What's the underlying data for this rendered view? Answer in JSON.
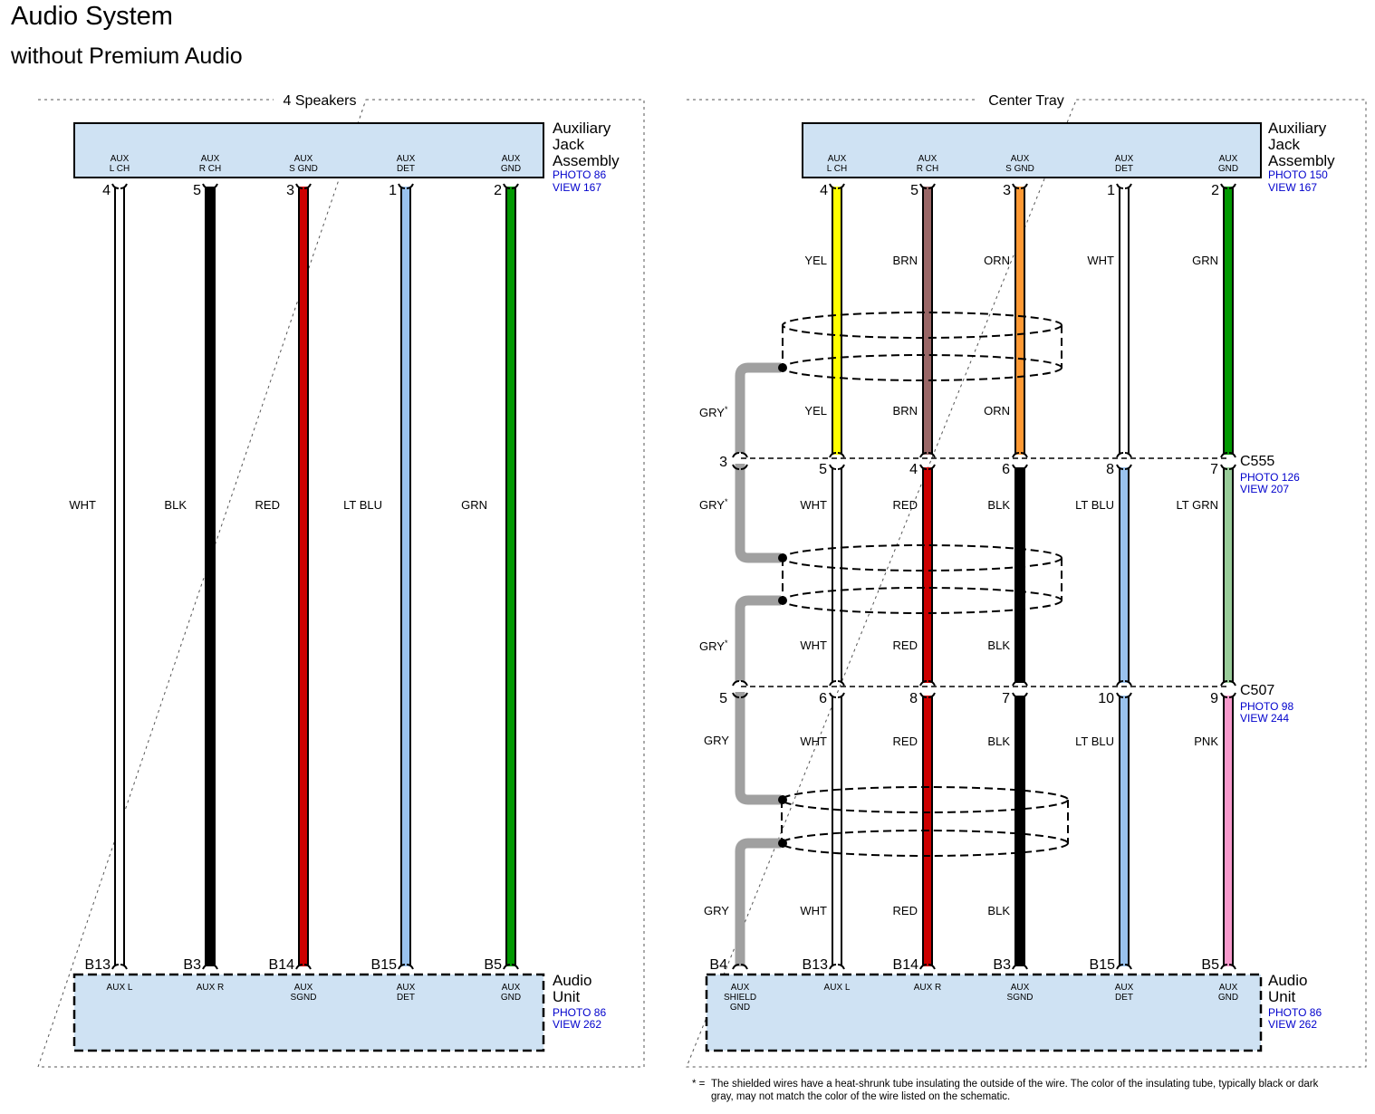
{
  "header": {
    "title": "Audio System",
    "subtitle": "without Premium Audio"
  },
  "panels": {
    "left": {
      "label": "4 Speakers",
      "top_component": {
        "name_lines": [
          "Auxiliary",
          "Jack",
          "Assembly"
        ],
        "photo": "PHOTO 86",
        "view": "VIEW 167"
      },
      "bottom_component": {
        "name_lines": [
          "Audio",
          "Unit"
        ],
        "photo": "PHOTO 86",
        "view": "VIEW 262"
      },
      "wires": [
        {
          "top_term": [
            "AUX",
            "L CH"
          ],
          "top_pin": "4",
          "color_label": "WHT",
          "color": "#ffffff",
          "bottom_pin": "B13",
          "bottom_term": [
            "AUX L"
          ]
        },
        {
          "top_term": [
            "AUX",
            "R CH"
          ],
          "top_pin": "5",
          "color_label": "BLK",
          "color": "#000000",
          "bottom_pin": "B3",
          "bottom_term": [
            "AUX R"
          ]
        },
        {
          "top_term": [
            "AUX",
            "S GND"
          ],
          "top_pin": "3",
          "color_label": "RED",
          "color": "#cc0000",
          "bottom_pin": "B14",
          "bottom_term": [
            "AUX",
            "SGND"
          ]
        },
        {
          "top_term": [
            "AUX",
            "DET"
          ],
          "top_pin": "1",
          "color_label": "LT BLU",
          "color": "#99c2ee",
          "bottom_pin": "B15",
          "bottom_term": [
            "AUX",
            "DET"
          ]
        },
        {
          "top_term": [
            "AUX",
            "GND"
          ],
          "top_pin": "2",
          "color_label": "GRN",
          "color": "#009900",
          "bottom_pin": "B5",
          "bottom_term": [
            "AUX",
            "GND"
          ]
        }
      ]
    },
    "right": {
      "label": "Center Tray",
      "top_component": {
        "name_lines": [
          "Auxiliary",
          "Jack",
          "Assembly"
        ],
        "photo": "PHOTO 150",
        "view": "VIEW 167"
      },
      "bottom_component": {
        "name_lines": [
          "Audio",
          "Unit"
        ],
        "photo": "PHOTO 86",
        "view": "VIEW 262"
      },
      "connectors": [
        {
          "name": "C555",
          "photo": "PHOTO 126",
          "view": "VIEW 207"
        },
        {
          "name": "C507",
          "photo": "PHOTO 98",
          "view": "VIEW 244"
        }
      ],
      "shield_wire": {
        "top_pin_c555": "3",
        "label_1": "GRY",
        "label_1_star": "*",
        "label_2": "GRY",
        "label_2_star": "*",
        "label_3": "GRY",
        "label_3_star": "*",
        "bottom_pin_c507": "5",
        "label_4": "GRY",
        "label_5": "GRY",
        "bottom_pin": "B4",
        "bottom_term": [
          "AUX",
          "SHIELD",
          "GND"
        ],
        "color": "#a0a0a0"
      },
      "wires": [
        {
          "top_term": [
            "AUX",
            "L CH"
          ],
          "top_pin": "4",
          "seg1_label": "YEL",
          "seg1_color": "#ffff00",
          "seg1b_label": "YEL",
          "c555_pin": "5",
          "seg2_label": "WHT",
          "seg2_color": "#ffffff",
          "seg2b_label": "WHT",
          "c507_pin": "6",
          "seg3_label": "WHT",
          "seg3_color": "#ffffff",
          "seg3b_label": "WHT",
          "bottom_pin": "B13",
          "bottom_term": [
            "AUX L"
          ]
        },
        {
          "top_term": [
            "AUX",
            "R CH"
          ],
          "top_pin": "5",
          "seg1_label": "BRN",
          "seg1_color": "#996666",
          "seg1b_label": "BRN",
          "c555_pin": "4",
          "seg2_label": "RED",
          "seg2_color": "#cc0000",
          "seg2b_label": "RED",
          "c507_pin": "8",
          "seg3_label": "RED",
          "seg3_color": "#cc0000",
          "seg3b_label": "RED",
          "bottom_pin": "B14",
          "bottom_term": [
            "AUX R"
          ]
        },
        {
          "top_term": [
            "AUX",
            "S GND"
          ],
          "top_pin": "3",
          "seg1_label": "ORN",
          "seg1_color": "#ff9933",
          "seg1b_label": "ORN",
          "c555_pin": "6",
          "seg2_label": "BLK",
          "seg2_color": "#000000",
          "seg2b_label": "BLK",
          "c507_pin": "7",
          "seg3_label": "BLK",
          "seg3_color": "#000000",
          "seg3b_label": "BLK",
          "bottom_pin": "B3",
          "bottom_term": [
            "AUX",
            "SGND"
          ]
        },
        {
          "top_term": [
            "AUX",
            "DET"
          ],
          "top_pin": "1",
          "seg1_label": "WHT",
          "seg1_color": "#ffffff",
          "seg1b_label": "",
          "c555_pin": "8",
          "seg2_label": "LT BLU",
          "seg2_color": "#99c2ee",
          "seg2b_label": "",
          "c507_pin": "10",
          "seg3_label": "LT BLU",
          "seg3_color": "#99c2ee",
          "seg3b_label": "",
          "bottom_pin": "B15",
          "bottom_term": [
            "AUX",
            "DET"
          ]
        },
        {
          "top_term": [
            "AUX",
            "GND"
          ],
          "top_pin": "2",
          "seg1_label": "GRN",
          "seg1_color": "#009900",
          "seg1b_label": "",
          "c555_pin": "7",
          "seg2_label": "LT GRN",
          "seg2_color": "#99cc99",
          "seg2b_label": "",
          "c507_pin": "9",
          "seg3_label": "PNK",
          "seg3_color": "#f799cc",
          "seg3b_label": "",
          "bottom_pin": "B5",
          "bottom_term": [
            "AUX",
            "GND"
          ]
        }
      ]
    }
  },
  "footnote": {
    "star": "* =",
    "text": "The shielded wires have a heat-shrunk tube insulating the outside of the wire. The color of the insulating tube, typically black or dark gray, may not match the color of the wire listed on the schematic."
  },
  "colors": {
    "component_fill": "#cfe2f3",
    "reference_link": "#0000cc"
  }
}
